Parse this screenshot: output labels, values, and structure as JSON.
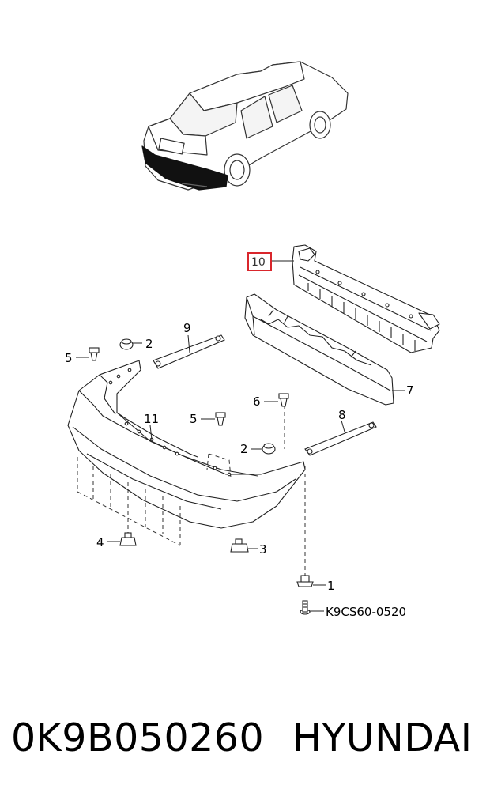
{
  "diagram": {
    "callouts": {
      "c10": "10",
      "c9": "9",
      "c2a": "2",
      "c5a": "5",
      "c7": "7",
      "c6": "6",
      "c8": "8",
      "c11": "11",
      "c5b": "5",
      "c2b": "2",
      "c4": "4",
      "c3": "3",
      "c1": "1",
      "bolt": "K9CS60-0520"
    },
    "highlight_color": "#d9262c"
  },
  "footer": {
    "part_number": "0K9B050260",
    "brand": "HYUNDAI"
  }
}
